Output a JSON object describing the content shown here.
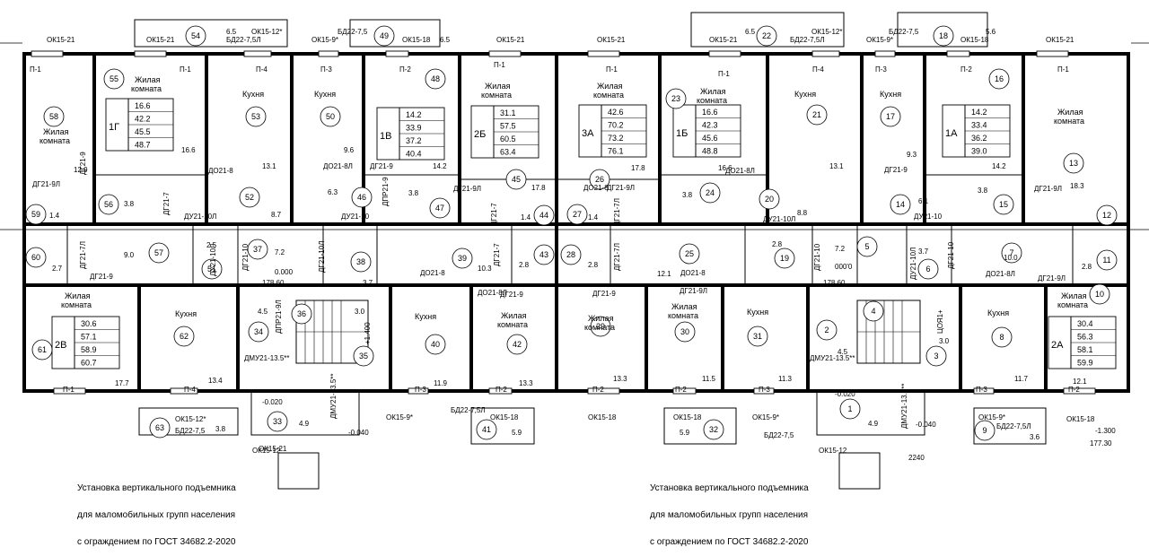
{
  "window_labels_top": [
    "ОК15-21",
    "ОК15-21",
    "ОК15-9*",
    "ОК15-18",
    "ОК15-21",
    "ОК15-21",
    "ОК15-21",
    "ОК15-9*",
    "ОК15-18",
    "ОК15-21"
  ],
  "bd_top": [
    "БД22-7,5Л",
    "БД22-7,5",
    "БД22-7,5Л",
    "БД22-7,5"
  ],
  "ok_star": [
    "ОК15-12*",
    "ОК15-12*"
  ],
  "dims_top": [
    "6.5",
    "6.5",
    "6.5",
    "5.6"
  ],
  "panels": [
    "П-1",
    "П-1",
    "П-4",
    "П-3",
    "П-2",
    "П-1",
    "П-1",
    "П-1",
    "П-4",
    "П-3",
    "П-2",
    "П-1",
    "П-1",
    "П-4",
    "П-3",
    "П-2",
    "П-2",
    "П-2",
    "П-3",
    "П-3",
    "П-2"
  ],
  "room_labels": {
    "living": "Жилая комната",
    "kitchen": "Кухня"
  },
  "numbers": [
    "55",
    "58",
    "54",
    "53",
    "50",
    "49",
    "48",
    "23",
    "22",
    "21",
    "17",
    "18",
    "16",
    "13",
    "56",
    "52",
    "46",
    "47",
    "45",
    "26",
    "24",
    "20",
    "14",
    "15",
    "60",
    "57",
    "51",
    "37",
    "38",
    "39",
    "43",
    "28",
    "25",
    "19",
    "5",
    "6",
    "7",
    "11",
    "61",
    "62",
    "34",
    "35",
    "36",
    "40",
    "42",
    "29",
    "30",
    "31",
    "2",
    "4",
    "3",
    "8",
    "10",
    "33",
    "63",
    "41",
    "32",
    "1",
    "9",
    "12",
    "27",
    "44",
    "59"
  ],
  "apartments": [
    {
      "code": "1Г",
      "values": [
        "16.6",
        "42.2",
        "45.5",
        "48.7"
      ]
    },
    {
      "code": "1В",
      "values": [
        "14.2",
        "33.9",
        "37.2",
        "40.4"
      ]
    },
    {
      "code": "2Б",
      "values": [
        "31.1",
        "57.5",
        "60.5",
        "63.4"
      ]
    },
    {
      "code": "3А",
      "values": [
        "42.6",
        "70.2",
        "73.2",
        "76.1"
      ]
    },
    {
      "code": "1Б",
      "values": [
        "16.6",
        "42.3",
        "45.6",
        "48.8"
      ]
    },
    {
      "code": "1А",
      "values": [
        "14.2",
        "33.4",
        "36.2",
        "39.0"
      ]
    },
    {
      "code": "2В",
      "values": [
        "30.6",
        "57.1",
        "58.9",
        "60.7"
      ]
    },
    {
      "code": "2А",
      "values": [
        "30.4",
        "56.3",
        "58.1",
        "59.9"
      ]
    }
  ],
  "areas": [
    "16.6",
    "9.6",
    "12.9",
    "13.1",
    "14.2",
    "17.8",
    "17.8",
    "16.6",
    "13.1",
    "9.3",
    "14.2",
    "18.3",
    "3.8",
    "8.7",
    "6.3",
    "3.8",
    "3.8",
    "6.1",
    "3.8",
    "8.8",
    "1.4",
    "1.4",
    "1.4",
    "9.0",
    "2.5",
    "2.7",
    "7.2",
    "3.7",
    "10.3",
    "2.8",
    "2.8",
    "12.1",
    "2.8",
    "7.2",
    "3.7",
    "10.0",
    "2.8",
    "17.7",
    "13.4",
    "4.5",
    "3.0",
    "11.9",
    "13.3",
    "13.3",
    "11.5",
    "11.3",
    "4.5",
    "3.0",
    "11.7",
    "12.1",
    "4.9",
    "5.9",
    "5.9",
    "4.9",
    "3.6",
    "3.8"
  ],
  "doors": [
    "ДГ21-9Л",
    "ДГ21-9",
    "ДО21-8",
    "ДО21-8Л",
    "ДГ21-9",
    "ДГ21-9Л",
    "ДО21-8",
    "ДО21-8Л",
    "ДГ21-9",
    "ДГ21-9Л",
    "ДУ21-10Л",
    "ДУ21-10",
    "ДУ21-10Л",
    "ДУ21-10",
    "ДГ21-9",
    "ДО21-8",
    "ДО21-8Л",
    "ДО21-8",
    "ДО21-8Л",
    "ДГ21-9",
    "ДГ21-9Л",
    "ДГ21-9",
    "ДГ21-9Л",
    "ДГ21-9Л",
    "ДГ21-7",
    "ДГ21-7Л",
    "ДГ21-10",
    "ДГ21-10Л",
    "ДГ21-7",
    "ДГ21-7Л",
    "ДГ21-7",
    "ДГ21-7Л",
    "ДУ21-10Л",
    "ДГ21-10",
    "ДУ21-10Л",
    "ДГ21-10",
    "ДМУ21-13.5**",
    "ДМУ21-13.5**",
    "ДМУ21-13.5**",
    "ДМУ21-13.5**",
    "ДПР21-9Л",
    "ДПР21-9"
  ],
  "elev_tags": [
    "0.000",
    "178.60",
    "000'0",
    "178.60",
    "+1.400",
    "ЦОЯ1+",
    "-0.020",
    "-0.020",
    "-0.040",
    "-0.040",
    "-1.300",
    "177.30",
    "2240"
  ],
  "window_labels_bottom": [
    "ОК15-21",
    "ОК15-12*",
    "БД22-7,5",
    "ОК15-9*",
    "БД22-7,5Л",
    "ОК15-18",
    "ОК15-18",
    "ОК15-18",
    "ОК15-9*",
    "БД22-7,5",
    "ОК15-9*",
    "БД22-7,5Л",
    "ОК15-18",
    "ОК15-12",
    "ОК15-12"
  ],
  "notes": [
    {
      "line1": "Установка вертикального подъемника",
      "line2": "для маломобильных групп населения",
      "line3": "с ограждением по ГОСТ 34682.2-2020"
    },
    {
      "line1": "Установка вертикального подъемника",
      "line2": "для маломобильных групп населения",
      "line3": "с ограждением по ГОСТ 34682.2-2020"
    }
  ]
}
